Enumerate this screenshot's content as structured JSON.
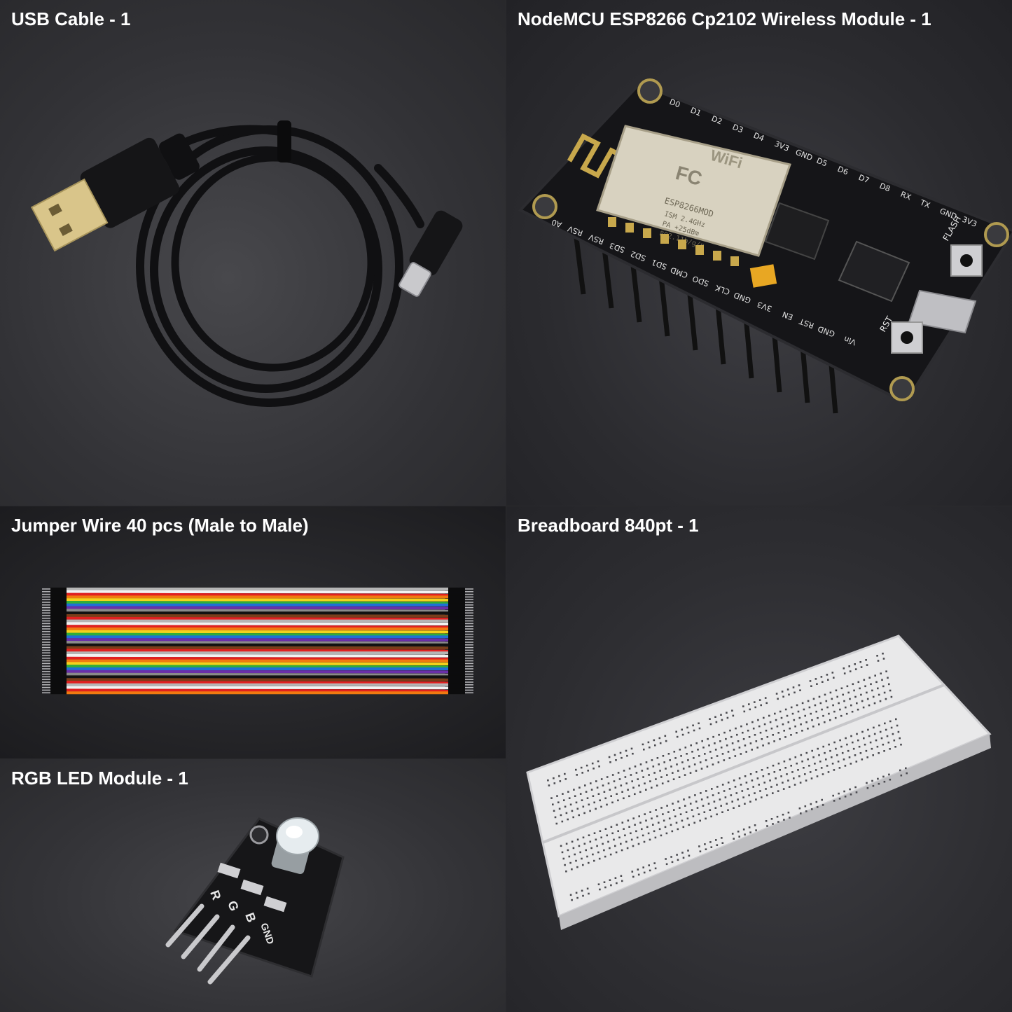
{
  "panels": {
    "usb": {
      "label": "USB Cable - 1"
    },
    "node": {
      "label": "NodeMCU ESP8266 Cp2102 Wireless Module - 1"
    },
    "jump": {
      "label": "Jumper Wire 40 pcs (Male to Male)"
    },
    "bread": {
      "label": "Breadboard 840pt - 1"
    },
    "rgb": {
      "label": "RGB LED Module - 1"
    }
  },
  "board_text": {
    "pins_top": [
      "D0",
      "D1",
      "D2",
      "D3",
      "D4",
      "3V3",
      "GND",
      "D5",
      "D6",
      "D7",
      "D8",
      "RX",
      "TX",
      "GND",
      "3V3"
    ],
    "pins_bottom": [
      "A0",
      "RSV",
      "RSV",
      "SD3",
      "SD2",
      "SD1",
      "CMD",
      "SDO",
      "CLK",
      "GND",
      "3V3",
      "EN",
      "RST",
      "GND",
      "Vin"
    ],
    "chip_model": "ESP8266MOD",
    "chip_lines": [
      "ISM 2.4GHz",
      "PA +25dBm",
      "802.11b/g/n"
    ],
    "wifi": "WiFi",
    "fc": "FC",
    "flash": "FLASH",
    "rst": "RST"
  },
  "rgb_text": {
    "pins": [
      "R",
      "G",
      "B",
      "GND"
    ]
  },
  "colors": {
    "wires": [
      "#b5b5b5",
      "#f2f2f2",
      "#e02020",
      "#f07a10",
      "#f4d21c",
      "#2fae3a",
      "#1f6fd6",
      "#6a2fa8",
      "#8a8a8a",
      "#111111",
      "#7a3e1a",
      "#e02020"
    ]
  }
}
